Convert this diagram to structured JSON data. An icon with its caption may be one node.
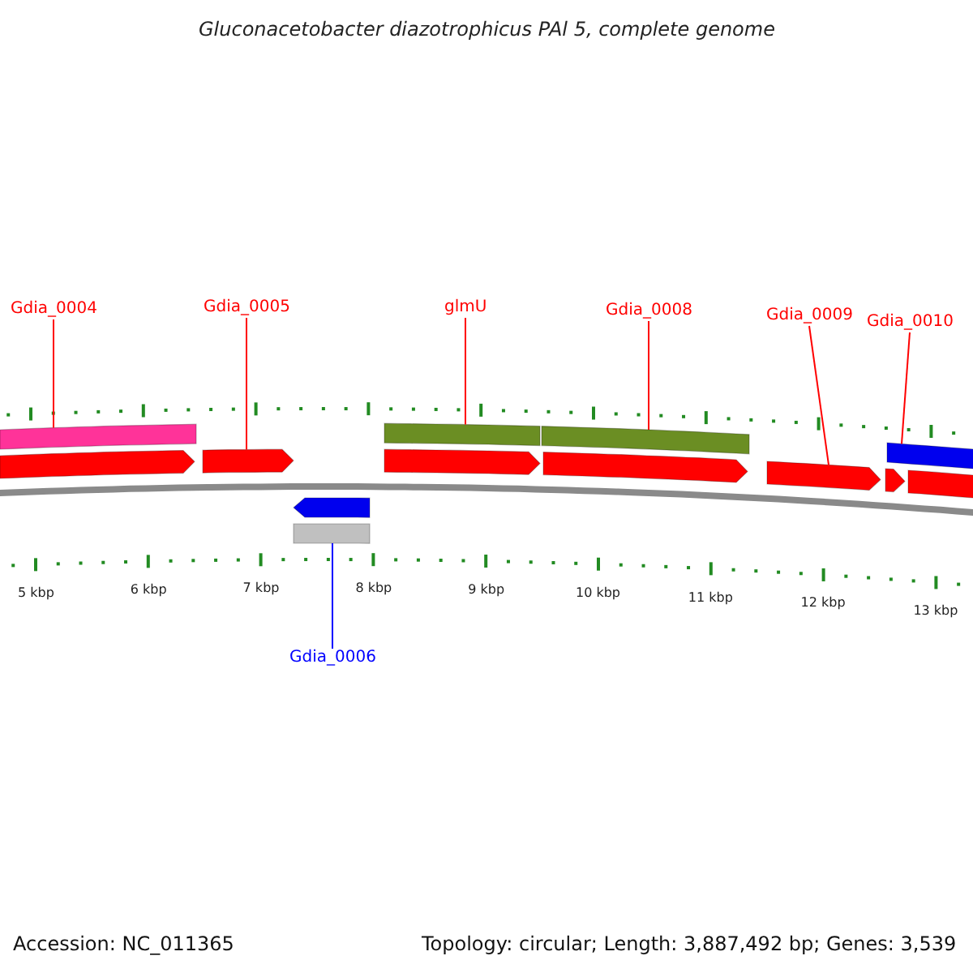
{
  "diagram": {
    "title": "Gluconacetobacter diazotrophicus PAl 5, complete genome",
    "nodes": [
      {
        "text": [
          "Gdia_0004"
        ]
      },
      {
        "text": [
          "Gdia_0005"
        ]
      },
      {
        "text": [
          "glmU"
        ]
      },
      {
        "text": [
          "Gdia_0008"
        ]
      },
      {
        "text": [
          "Gdia_0009"
        ]
      },
      {
        "text": [
          "Gdia_0010"
        ]
      },
      {
        "text": [
          "Gdia_0006"
        ]
      },
      {
        "text": [],
        "shape": "bar"
      },
      {
        "text": [],
        "shape": "arrow"
      },
      {
        "text": [],
        "shape": "bar"
      },
      {
        "text": [],
        "shape": "bar"
      },
      {
        "text": [],
        "shape": "arrow"
      },
      {
        "text": [],
        "shape": "bar"
      },
      {
        "text": [],
        "shape": "bar"
      }
    ],
    "edges": [
      {
        "from": 0,
        "to": 7,
        "arrow": "none"
      },
      {
        "from": 1,
        "to": 8,
        "arrow": "none"
      },
      {
        "from": 2,
        "to": 9,
        "arrow": "none"
      },
      {
        "from": 3,
        "to": 10,
        "arrow": "none"
      },
      {
        "from": 4,
        "to": 11,
        "arrow": "none"
      },
      {
        "from": 5,
        "to": 12,
        "arrow": "none"
      },
      {
        "from": 6,
        "to": 13,
        "arrow": "none",
        "color": "#0000ff"
      }
    ],
    "labels": [
      "5 kbp",
      "6 kbp",
      "7 kbp",
      "8 kbp",
      "9 kbp",
      "10 kbp",
      "11 kbp",
      "12 kbp",
      "13 kbp",
      "Accession: NC_011365",
      "Topology: circular; Length: 3,887,492 bp; Genes: 3,539"
    ]
  }
}
